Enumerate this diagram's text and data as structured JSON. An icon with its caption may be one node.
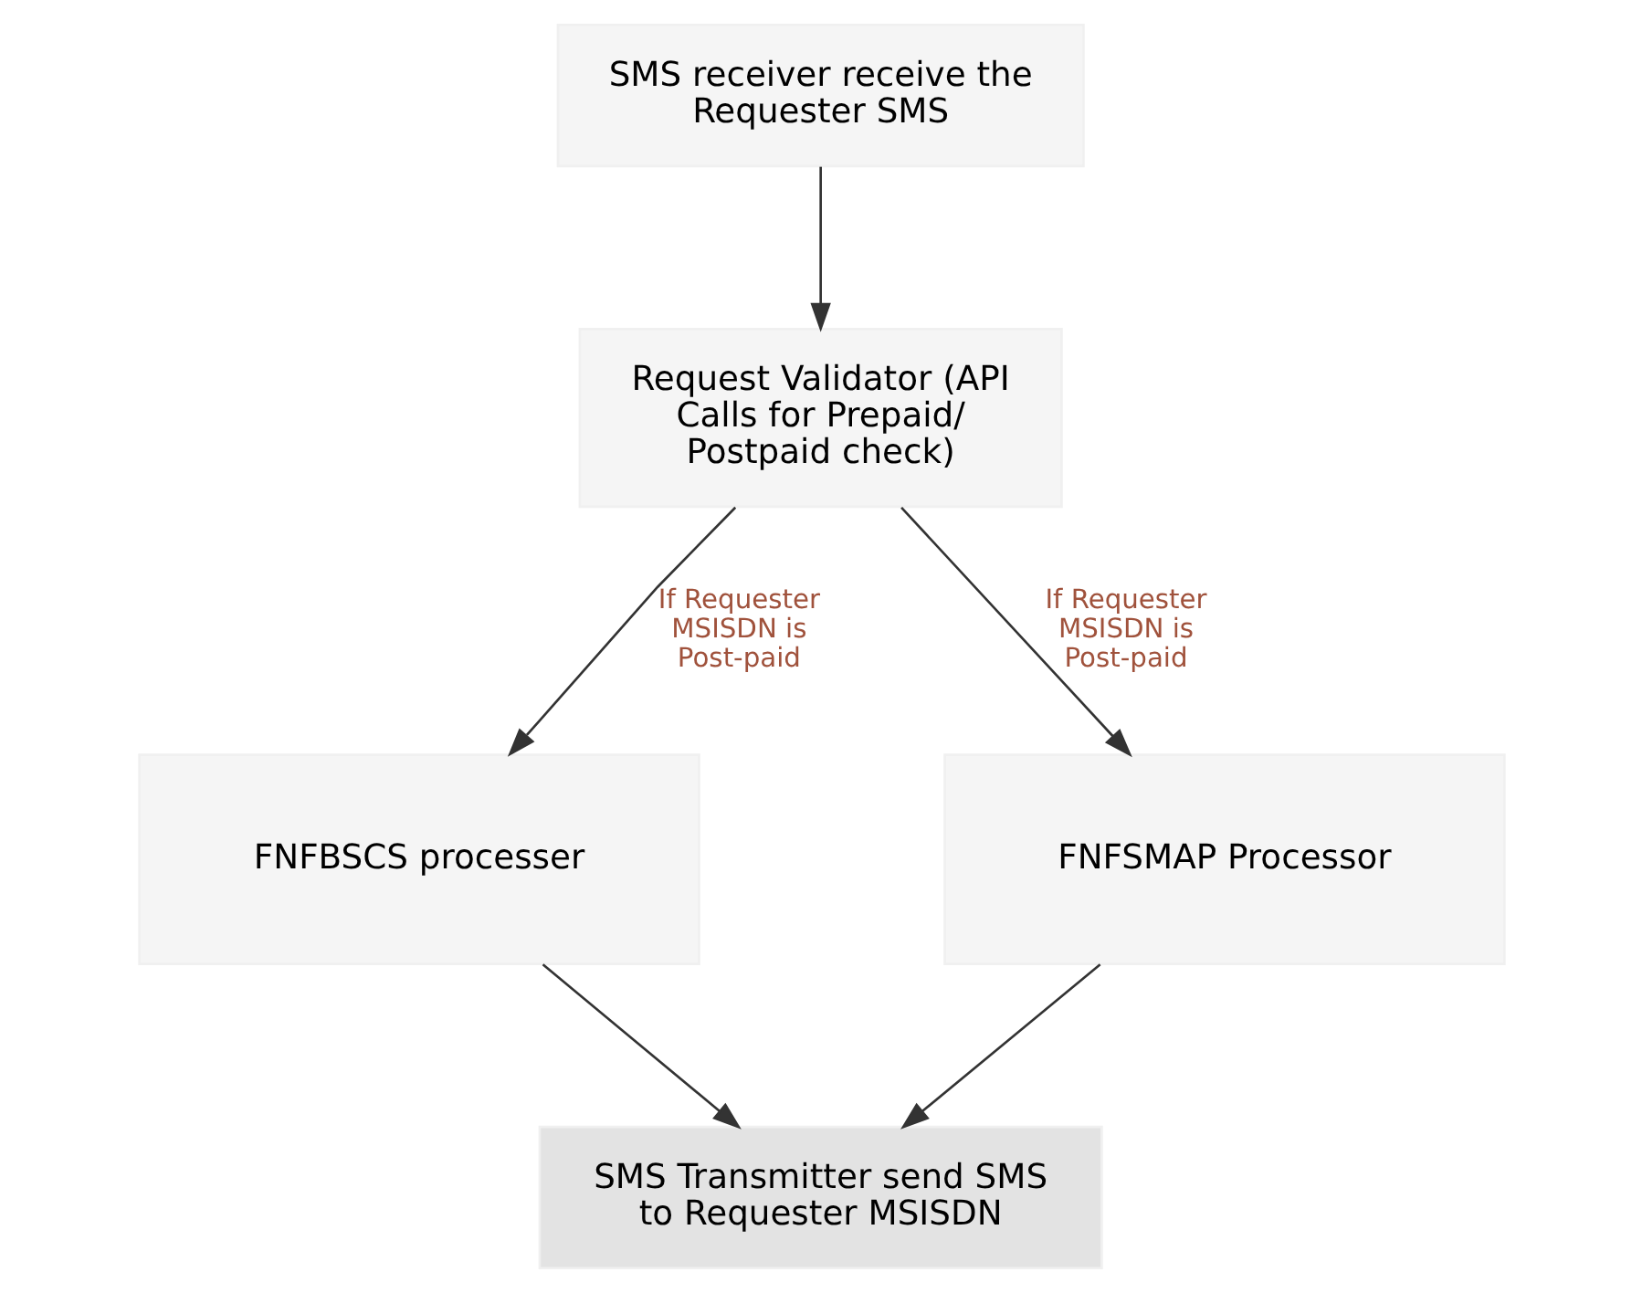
{
  "diagram": {
    "nodes": [
      {
        "text": [
          "SMS receiver receive the Requester SMS"
        ]
      },
      {
        "text": [
          "Request Validator (API Calls for Prepaid/ Postpaid check)"
        ]
      },
      {
        "text": [
          "FNFBSCS processer"
        ]
      },
      {
        "text": [
          "FNFSMAP Processor"
        ]
      },
      {
        "text": [
          "SMS Transmitter send SMS to Requester MSISDN"
        ]
      }
    ],
    "edges": [
      {
        "from": 0,
        "to": 1,
        "arrow": "to"
      },
      {
        "from": 1,
        "to": 2,
        "arrow": "to",
        "label": "If Requester MSISDN is Post-paid"
      },
      {
        "from": 1,
        "to": 3,
        "arrow": "to",
        "label": "If Requester MSISDN is Post-paid"
      },
      {
        "from": 2,
        "to": 4,
        "arrow": "to"
      },
      {
        "from": 3,
        "to": 4,
        "arrow": "to"
      }
    ]
  }
}
